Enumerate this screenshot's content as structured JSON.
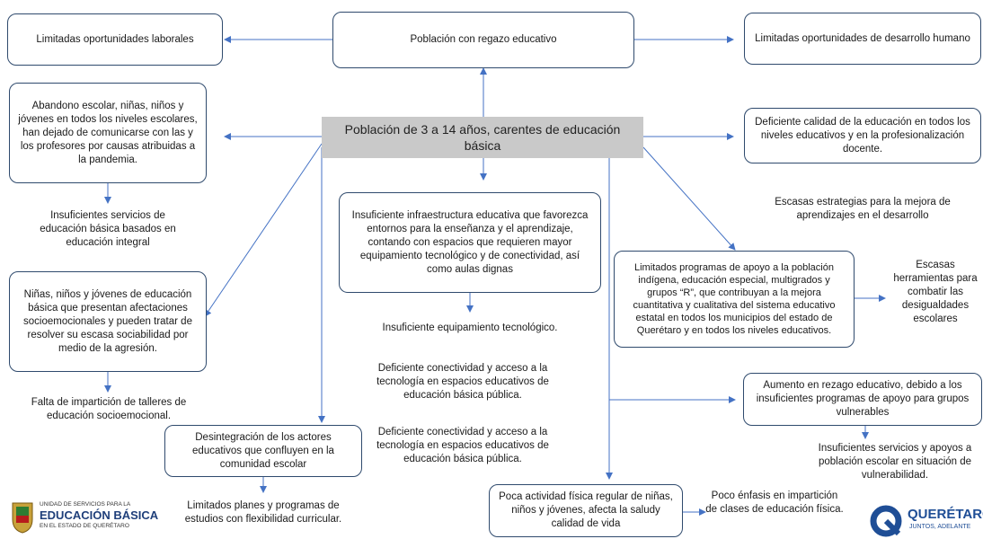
{
  "top": {
    "center": "Población con regazo educativo",
    "left": "Limitadas oportunidades laborales",
    "right": "Limitadas oportunidades de desarrollo humano"
  },
  "central": "Población de 3 a 14 años, carentes de educación básica",
  "left_col": {
    "box1": "Abandono escolar, niñas, niños y jóvenes en todos los niveles escolares, han dejado de comunicarse con las y los profesores por causas atribuidas a la pandemia.",
    "text1": "Insuficientes servicios de educación básica basados en educación integral",
    "box2": "Niñas, niños y jóvenes de educación básica que presentan afectaciones socioemocionales y pueden tratar de resolver su escasa sociabilidad por medio de la agresión.",
    "text2": "Falta de impartición de talleres de educación socioemocional."
  },
  "middle": {
    "box1": "Insuficiente infraestructura educativa que favorezca entornos para la enseñanza y el aprendizaje, contando con espacios que requieren mayor equipamiento tecnológico y de conectividad, así como aulas dignas",
    "text1": "Insuficiente equipamiento tecnológico.",
    "text2": "Deficiente conectividad y acceso a la tecnología en espacios educativos de educación básica pública.",
    "text3": "Deficiente conectividad y acceso a la tecnología en espacios educativos de educación básica pública.",
    "box_bottom": "Desintegración de los actores educativos que confluyen en la comunidad escolar",
    "text_bottom": "Limitados planes y programas de estudios con flexibilidad curricular."
  },
  "right_col": {
    "box1": "Deficiente calidad de la educación en todos los niveles educativos y en la profesionalización docente.",
    "text1": "Escasas estrategias para la mejora de aprendizajes en el desarrollo",
    "box2": "Limitados programas de apoyo a la población indígena, educación especial, multigrados y grupos “R”, que contribuyan a la mejora cuantitativa y cualitativa del sistema educativo estatal en todos los municipios del estado de Querétaro y en todos los niveles educativos.",
    "text2": "Escasas herramientas para combatir las desigualdades escolares",
    "box3": "Aumento en rezago educativo, debido a los insuficientes programas de apoyo para grupos vulnerables",
    "text3": "Insuficientes servicios y apoyos a población escolar en situación de vulnerabilidad.",
    "box_bottom": "Poca actividad física regular de niñas, niños y jóvenes, afecta la saludy calidad de vida",
    "text_bottom": "Poco énfasis en impartición de clases de educación física."
  },
  "logos": {
    "left_line1": "UNIDAD DE SERVICIOS PARA LA",
    "left_line2": "EDUCACIÓN BÁSICA",
    "left_line3": "EN EL ESTADO DE QUERÉTARO",
    "right_line1": "QUERÉTARO",
    "right_line2": "JUNTOS, ADELANTE"
  },
  "colors": {
    "line": "#4472c4",
    "border": "#2f4a6d",
    "central_bg": "#c9c9c9",
    "logo_blue": "#1f4e96"
  }
}
